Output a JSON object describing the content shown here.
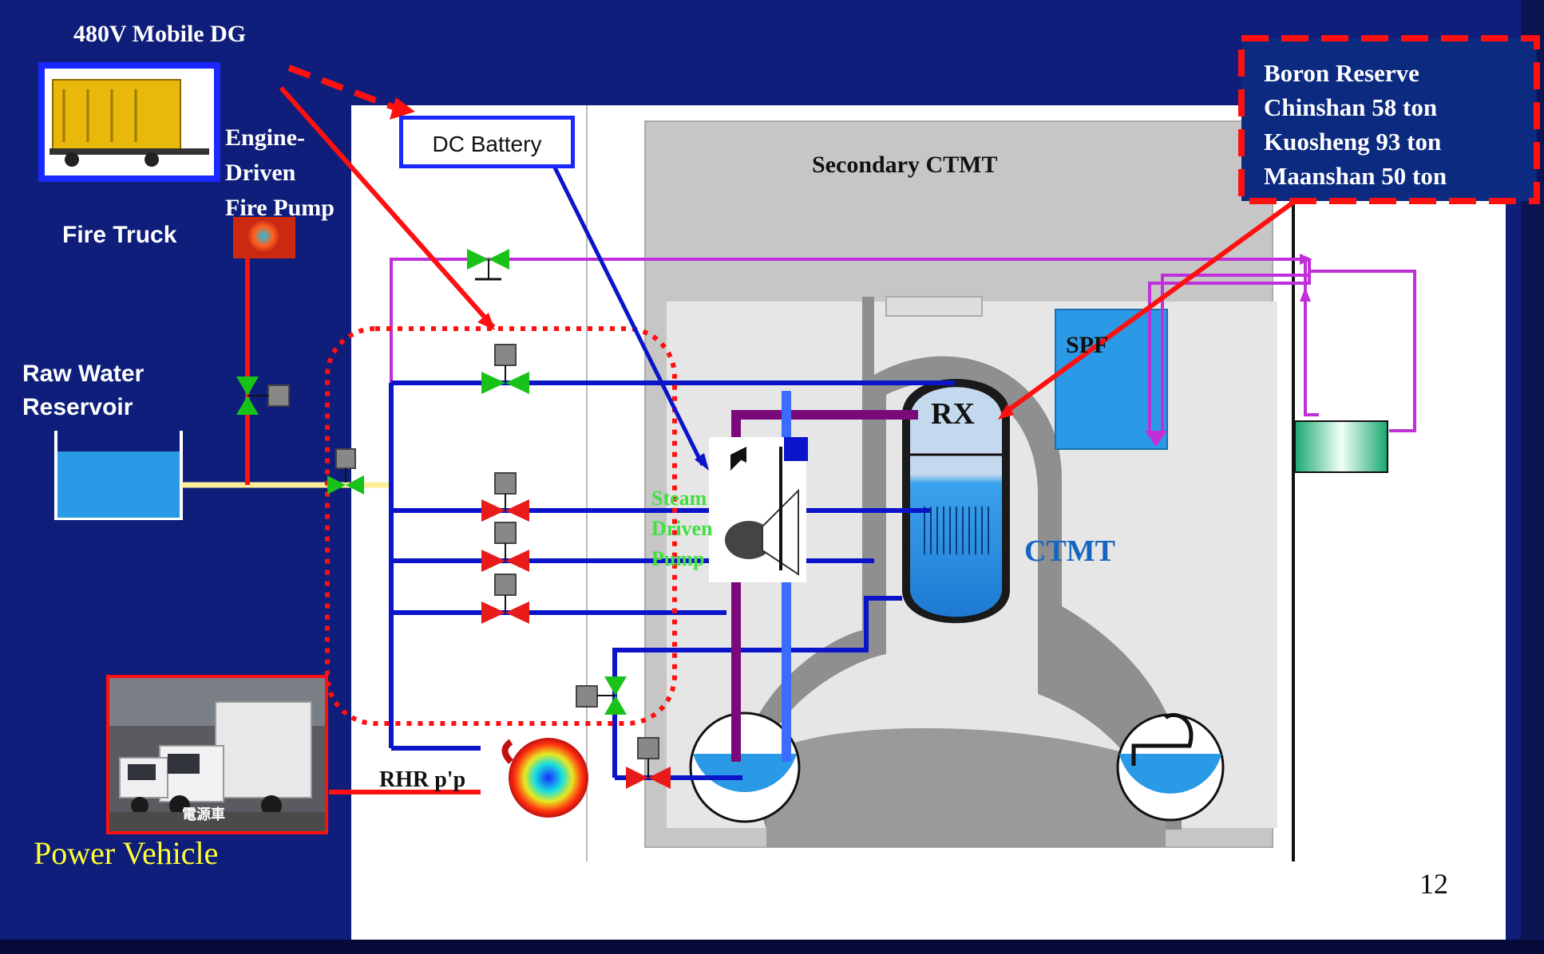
{
  "labels": {
    "mobile_dg": "480V Mobile DG",
    "dc_battery": "DC Battery",
    "secondary_ctmt": "Secondary CTMT",
    "engine_pump_1": "Engine-",
    "engine_pump_2": "Driven",
    "engine_pump_3": "Fire Pump",
    "fire_truck": "Fire Truck",
    "raw_water_1": "Raw Water",
    "raw_water_2": "Reservoir",
    "steam_pump_1": "Steam",
    "steam_pump_2": "Driven",
    "steam_pump_3": "Pump",
    "spf": "SPF",
    "rx": "RX",
    "ctmt": "CTMT",
    "rhr_pump": "RHR p'p",
    "power_vehicle": "Power Vehicle",
    "truck_sign": "電源車",
    "page_number": "12"
  },
  "boron_reserve": {
    "title": "Boron Reserve",
    "lines": [
      "Chinshan 58 ton",
      "Kuosheng 93 ton",
      "Maanshan 50 ton"
    ]
  },
  "colors": {
    "background": "#0e1e7a",
    "panel": "#ffffff",
    "building": "#c6c6c6",
    "containment": "#8f8f8f",
    "water": "#2b9ae6",
    "pipe_blue": "#0a14c8",
    "pipe_purple": "#7a0a7a",
    "pipe_magenta": "#c030d8",
    "pipe_red": "#ff1010",
    "valve_green": "#19c219",
    "valve_red": "#e81a1a",
    "power_vehicle_text": "#ffff33"
  }
}
